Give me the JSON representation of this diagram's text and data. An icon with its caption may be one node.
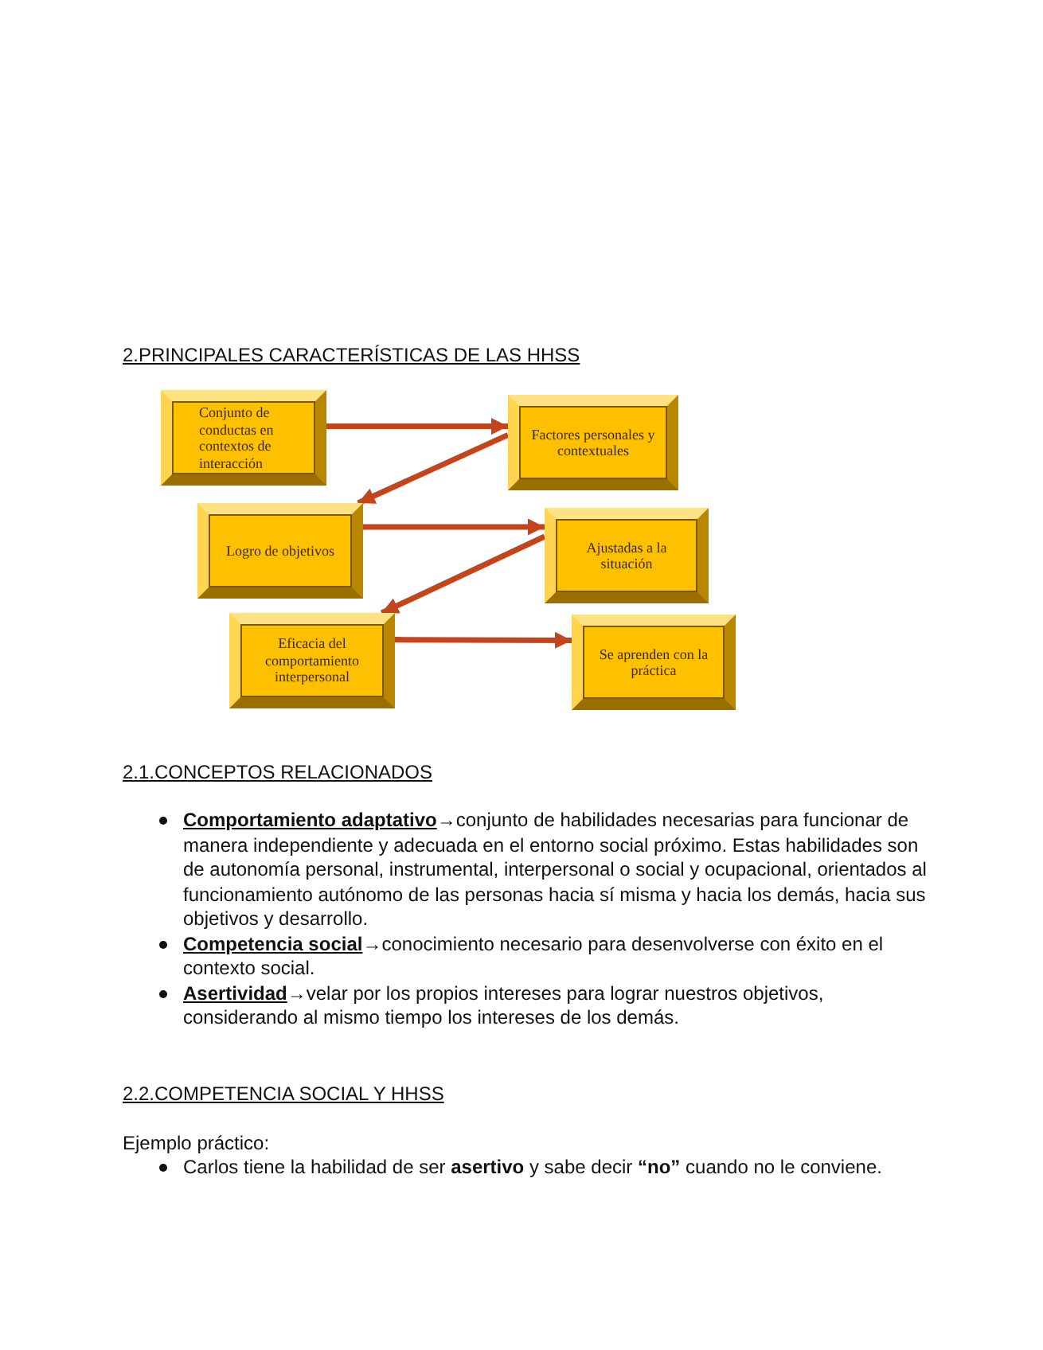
{
  "diagram": {
    "title": "2.PRINCIPALES CARACTERÍSTICAS DE LAS HHSS",
    "nodes": [
      {
        "text": [
          "Conjunto de conductas en contextos de interacción"
        ]
      },
      {
        "text": [
          "Factores personales y contextuales"
        ]
      },
      {
        "text": [
          "Logro de objetivos"
        ]
      },
      {
        "text": [
          "Ajustadas a la situación"
        ]
      },
      {
        "text": [
          "Eficacia del comportamiento interpersonal"
        ]
      },
      {
        "text": [
          "Se aprenden con la práctica"
        ]
      }
    ],
    "edges": [
      {
        "from": 0,
        "to": 1,
        "arrow": "to"
      },
      {
        "from": 1,
        "to": 2,
        "arrow": "to"
      },
      {
        "from": 2,
        "to": 3,
        "arrow": "to"
      },
      {
        "from": 3,
        "to": 4,
        "arrow": "to"
      },
      {
        "from": 4,
        "to": 5,
        "arrow": "to"
      }
    ],
    "labels": [
      "2.1.CONCEPTOS RELACIONADOS",
      "**Comportamiento adaptativo**→conjunto de habilidades necesarias para funcionar de manera independiente y adecuada en el entorno social próximo. Estas habilidades son de autonomía personal, instrumental, interpersonal o social y ocupacional, orientados al funcionamiento autónomo de las personas hacia sí misma y hacia los demás, hacia sus objetivos y desarrollo.",
      "**Competencia social**→conocimiento necesario para desenvolverse con éxito en el contexto social.",
      "**Asertividad**→velar por los propios intereses para lograr nuestros objetivos, considerando al mismo tiempo los intereses de los demás.",
      "2.2.COMPETENCIA SOCIAL Y HHSS",
      "Ejemplo práctico:",
      "Carlos tiene la habilidad de ser **asertivo** y sabe decir **“no”** cuando no le conviene."
    ]
  }
}
